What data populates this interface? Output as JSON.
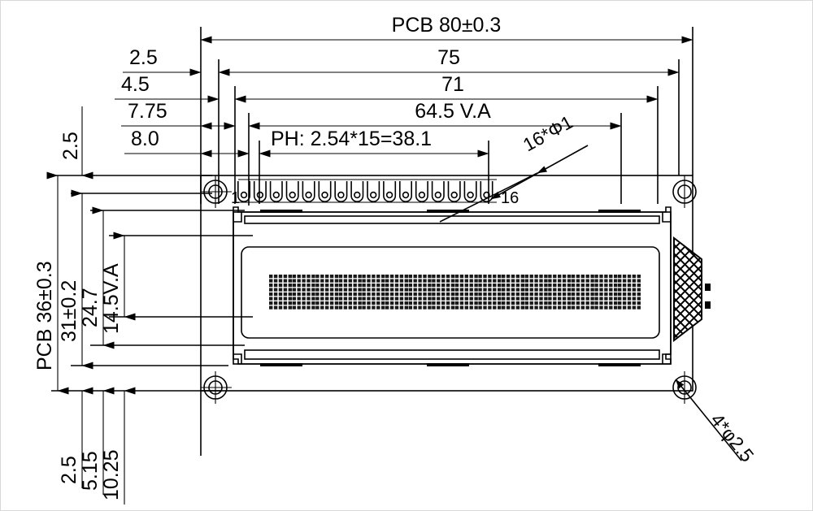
{
  "drawing": {
    "kind": "mechanical-dimension-drawing",
    "subject": "16x2 character LCD module outline drawing",
    "units": "mm"
  },
  "horizontal_dimensions": [
    {
      "id": "pcb-width",
      "label": "PCB 80±0.3",
      "value": 80,
      "tolerance": "±0.3"
    },
    {
      "id": "dim-75",
      "label": "75",
      "value": 75
    },
    {
      "id": "dim-71",
      "label": "71",
      "value": 71
    },
    {
      "id": "dim-va-h",
      "label": "64.5  V.A",
      "value": 64.5
    },
    {
      "id": "pin-pitch",
      "label": "PH: 2.54*15=38.1",
      "value": 38.1
    }
  ],
  "horizontal_offsets": [
    {
      "id": "off-2p5",
      "label": "2.5",
      "value": 2.5
    },
    {
      "id": "off-4p5",
      "label": "4.5",
      "value": 4.5
    },
    {
      "id": "off-7p75",
      "label": "7.75",
      "value": 7.75
    },
    {
      "id": "off-8p0",
      "label": "8.0",
      "value": 8.0
    }
  ],
  "vertical_dimensions": [
    {
      "id": "pcb-height",
      "label": "PCB 36±0.3",
      "value": 36,
      "tolerance": "±0.3"
    },
    {
      "id": "dim-31",
      "label": "31±0.2",
      "value": 31,
      "tolerance": "±0.2"
    },
    {
      "id": "dim-24p7",
      "label": "24.7",
      "value": 24.7
    },
    {
      "id": "dim-va-v",
      "label": "14.5V.A",
      "value": 14.5
    }
  ],
  "vertical_offsets_top": [
    {
      "id": "voff-top-2p5",
      "label": "2.5",
      "value": 2.5
    }
  ],
  "vertical_offsets_bottom": [
    {
      "id": "voff-2p5",
      "label": "2.5",
      "value": 2.5
    },
    {
      "id": "voff-5p15",
      "label": "5.15",
      "value": 5.15
    },
    {
      "id": "voff-10p25",
      "label": "10.25",
      "value": 10.25
    }
  ],
  "callouts": [
    {
      "id": "pin-holes",
      "label": "16*Φ1",
      "count": 16,
      "diameter": 1.0
    },
    {
      "id": "mount-holes",
      "label": "4*φ2.5",
      "count": 4,
      "diameter": 2.5
    }
  ],
  "pin_labels": {
    "first": "1",
    "last": "16",
    "count": 16
  },
  "display": {
    "characters_per_row": 16,
    "rows": 2,
    "dot_columns": 5,
    "dot_rows": 8
  },
  "colors": {
    "line": "#000000",
    "background": "#ffffff",
    "dot": "#1a1a1a"
  }
}
